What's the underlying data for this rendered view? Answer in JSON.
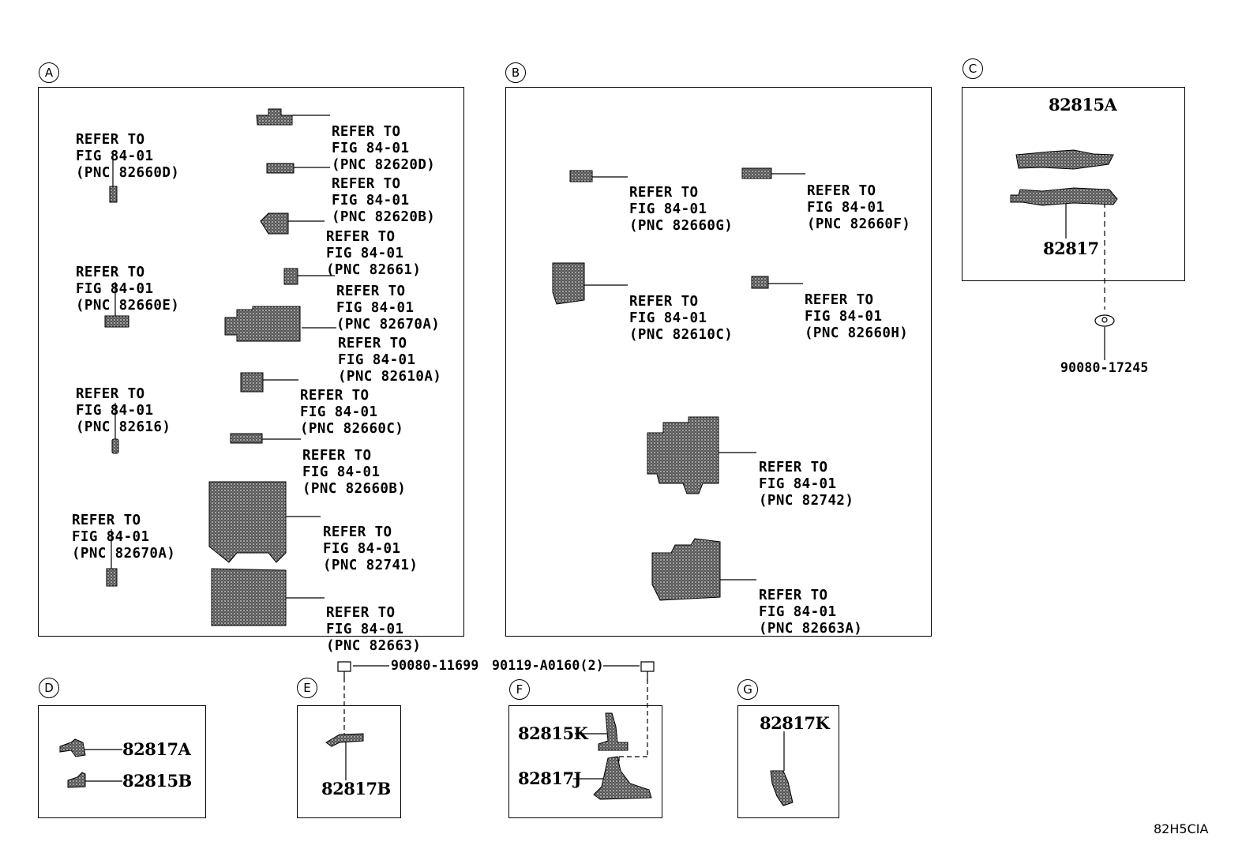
{
  "diagram_code": "82H5CIA",
  "sections": [
    {
      "id": "A"
    },
    {
      "id": "B"
    },
    {
      "id": "C"
    },
    {
      "id": "D"
    },
    {
      "id": "E"
    },
    {
      "id": "F"
    },
    {
      "id": "G"
    }
  ],
  "refer": {
    "line1": "REFER TO",
    "line2": "FIG 84-01"
  },
  "section_a": {
    "left": [
      "(PNC 82660D)",
      "(PNC 82660E)",
      "(PNC 82616)",
      "(PNC 82670A)"
    ],
    "right": [
      "(PNC 82620D)",
      "(PNC 82620B)",
      "(PNC 82661)",
      "(PNC 82670A)",
      "(PNC 82610A)",
      "(PNC 82660C)",
      "(PNC 82660B)",
      "(PNC 82741)",
      "(PNC 82663)"
    ]
  },
  "section_b": {
    "items": [
      "(PNC 82660G)",
      "(PNC 82660F)",
      "(PNC 82610C)",
      "(PNC 82660H)",
      "(PNC 82742)",
      "(PNC 82663A)"
    ]
  },
  "section_c": {
    "parts": [
      "82815A",
      "82817"
    ],
    "fastener": "90080-17245"
  },
  "section_d": {
    "parts": [
      "82817A",
      "82815B"
    ]
  },
  "section_e": {
    "parts": [
      "82817B"
    ],
    "fastener": "90080-11699"
  },
  "section_f": {
    "parts": [
      "82815K",
      "82817J"
    ],
    "fastener": "90119-A0160(2)"
  },
  "section_g": {
    "parts": [
      "82817K"
    ]
  }
}
